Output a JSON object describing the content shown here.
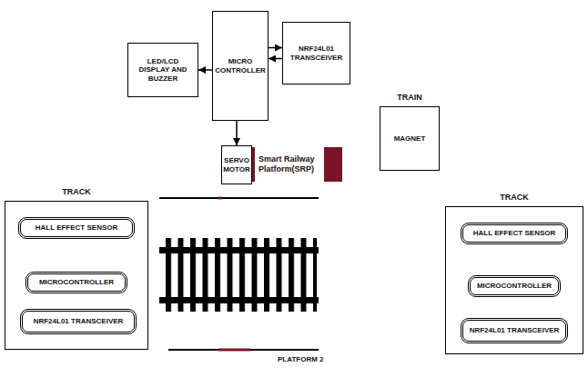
{
  "diagram": {
    "nodes": [
      {
        "text": [
          "LED/LCD DISPLAY AND BUZZER"
        ]
      },
      {
        "text": [
          "MICRO CONTROLLER"
        ]
      },
      {
        "text": [
          "NRF24L01 TRANSCEIVER"
        ]
      },
      {
        "text": [
          "TRAIN",
          "MAGNET"
        ]
      },
      {
        "text": [
          "SERVO MOTOR"
        ]
      },
      {
        "text": [
          "Smart Railway Platform(SRP)"
        ]
      },
      {
        "text": [
          "TRACK"
        ]
      },
      {
        "text": [
          "HALL EFFECT SENSOR"
        ],
        "in": 6
      },
      {
        "text": [
          "MICROCONTROLLER"
        ],
        "in": 6
      },
      {
        "text": [
          "NRF24L01 TRANSCEIVER"
        ],
        "in": 6
      },
      {
        "text": [
          "TRACK"
        ]
      },
      {
        "text": [
          "HALL EFFECT SENSOR"
        ],
        "in": 10
      },
      {
        "text": [
          "MICROCONTROLLER"
        ],
        "in": 10
      },
      {
        "text": [
          "NRF24L01 TRANSCEIVER"
        ],
        "in": 10
      }
    ],
    "edges": [
      {
        "from": 1,
        "to": 0,
        "arrow": "to"
      },
      {
        "from": 1,
        "to": 2,
        "arrow": "to"
      },
      {
        "from": 2,
        "to": 1,
        "arrow": "to"
      },
      {
        "from": 1,
        "to": 4,
        "arrow": "to"
      },
      {
        "from": 7,
        "to": 8,
        "arrow": "to"
      },
      {
        "from": 8,
        "to": 7,
        "arrow": "to"
      },
      {
        "from": 8,
        "to": 9,
        "arrow": "to"
      },
      {
        "from": 9,
        "to": 8,
        "arrow": "to"
      },
      {
        "from": 11,
        "to": 12,
        "arrow": "to"
      },
      {
        "from": 12,
        "to": 11,
        "arrow": "to"
      },
      {
        "from": 12,
        "to": 13,
        "arrow": "to"
      },
      {
        "from": 13,
        "to": 12,
        "arrow": "to"
      }
    ],
    "labels": [
      "PLATFORM 2"
    ]
  }
}
